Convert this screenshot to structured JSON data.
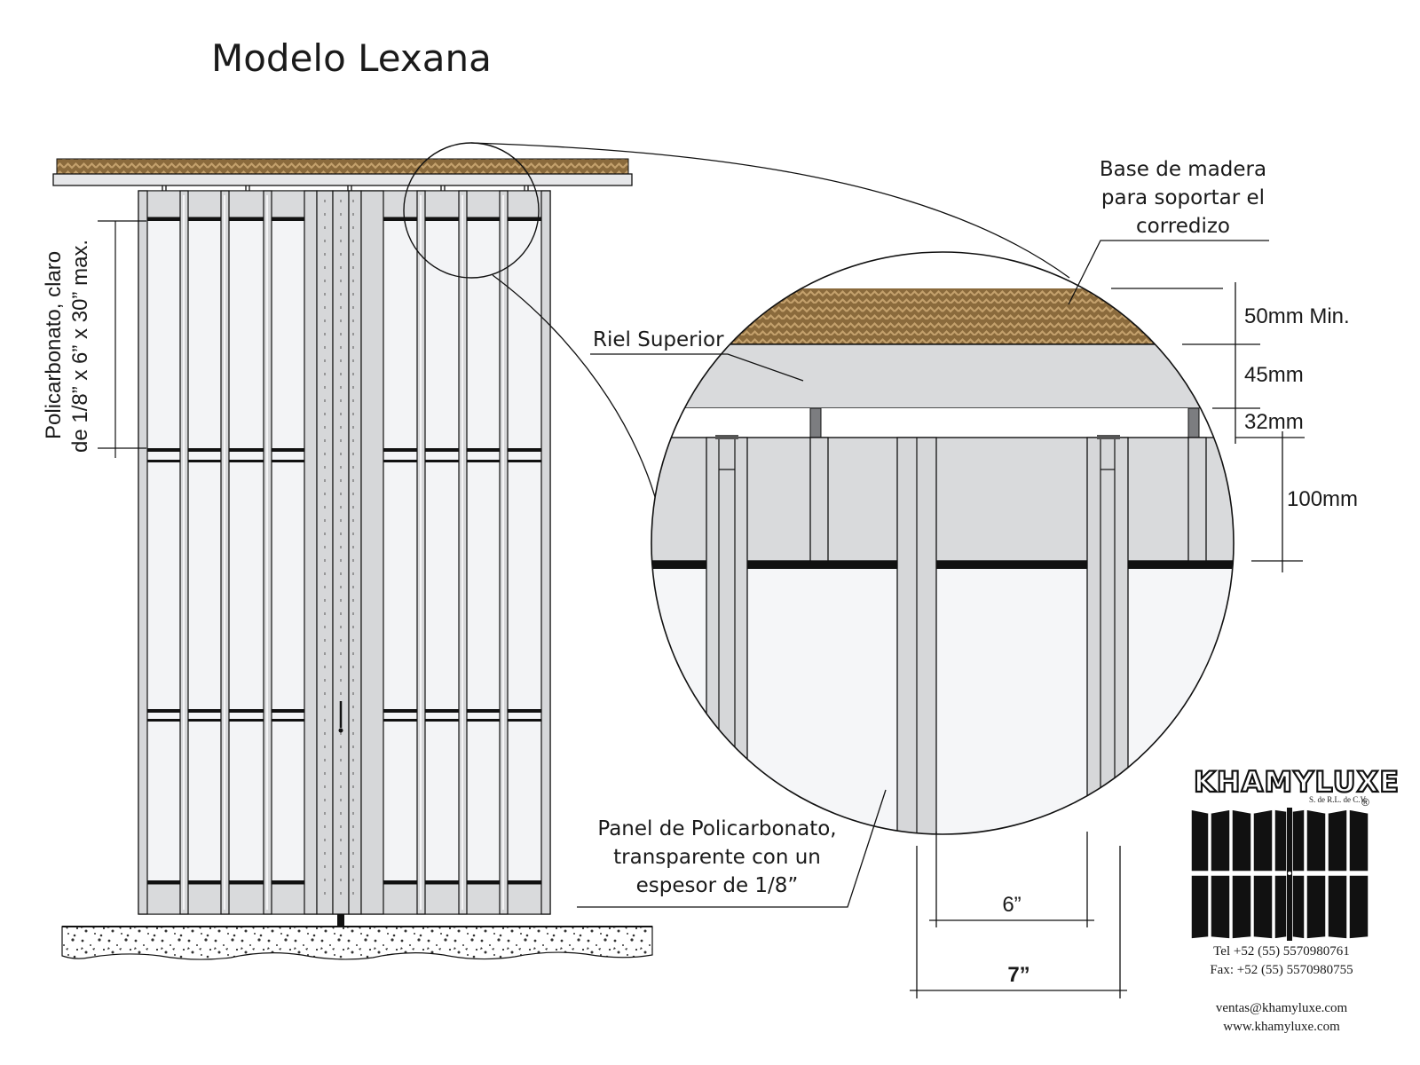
{
  "title": "Modelo Lexana",
  "vertical_label": {
    "line1": "Policarbonato, claro",
    "line2": "de 1/8” x 6” x 30” max."
  },
  "callouts": {
    "wood_base": [
      "Base de madera",
      "para soportar el",
      "corredizo"
    ],
    "top_rail": "Riel Superior",
    "panel": [
      "Panel de Policarbonato,",
      "transparente con un",
      "espesor de 1/8”"
    ]
  },
  "dimensions": {
    "d1": "50mm Min.",
    "d2": "45mm",
    "d3": "32mm",
    "d4": "100mm",
    "width_inner": "6”",
    "width_outer": "7”"
  },
  "brand": {
    "name": "KHAMYLUXE",
    "subtitle": "S. de R.L. de C.V.",
    "registered": "®",
    "tel": "Tel +52 (55) 5570980761",
    "fax": "Fax: +52 (55) 5570980755",
    "email": "ventas@khamyluxe.com",
    "web": "www.khamyluxe.com"
  },
  "colors": {
    "wood": "#8a6a3c",
    "wood_light": "#b59260",
    "rail_gray": "#d9dadc",
    "frame_gray": "#d6d7d9",
    "panel_white": "#f5f6f8",
    "line": "#111111"
  }
}
